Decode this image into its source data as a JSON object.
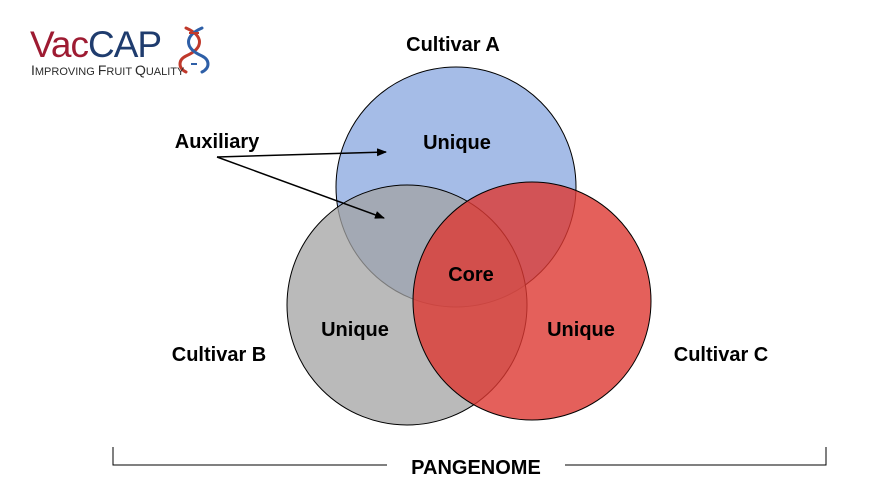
{
  "logo": {
    "part1": "Vac",
    "part2": "CAP",
    "tagline_initial_1": "I",
    "tagline_rest_1": "MPROVING ",
    "tagline_initial_2": "F",
    "tagline_rest_2": "RUIT ",
    "tagline_initial_3": "Q",
    "tagline_rest_3": "UALITY",
    "colors": {
      "part1": "#9e1b32",
      "part2": "#1f3c6e",
      "dna_red": "#c0392b",
      "dna_blue": "#2e5fa7"
    }
  },
  "diagram": {
    "sets": [
      {
        "name": "Cultivar A",
        "region_label": "Unique",
        "color": "#7f9fdd"
      },
      {
        "name": "Cultivar B",
        "region_label": "Unique",
        "color": "#a3a3a3"
      },
      {
        "name": "Cultivar C",
        "region_label": "Unique",
        "color": "#dd3832"
      }
    ],
    "core_label": "Core",
    "auxiliary_label": "Auxiliary",
    "pangenome_label": "PANGENOME"
  }
}
